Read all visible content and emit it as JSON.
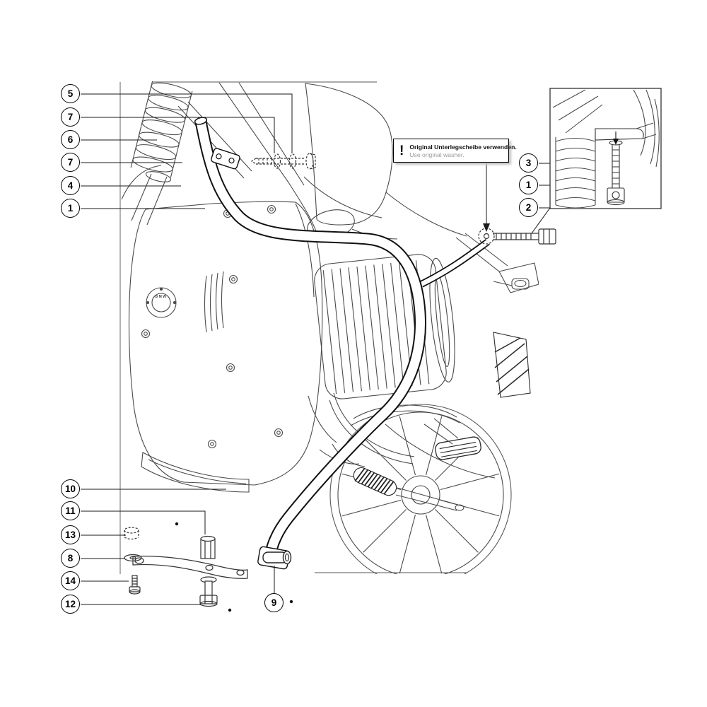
{
  "note": {
    "icon": "!",
    "line1_de": "Original Unterlegscheibe verwenden.",
    "line2_en": "Use original washer."
  },
  "engine_badge": "BMW",
  "callouts": [
    "5",
    "7",
    "6",
    "7",
    "4",
    "1",
    "3",
    "1",
    "2",
    "10",
    "11",
    "13",
    "8",
    "14",
    "12",
    "9"
  ]
}
